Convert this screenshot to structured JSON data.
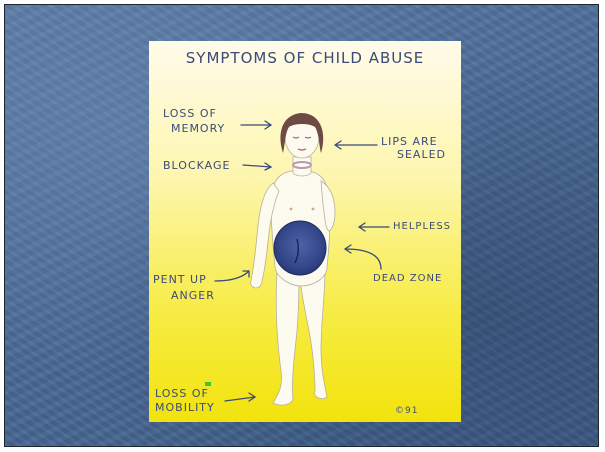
{
  "title": "SYMPTOMS OF CHILD ABUSE",
  "labels": {
    "loss_of_memory_1": "LOSS OF",
    "loss_of_memory_2": "MEMORY",
    "blockage": "BLOCKAGE",
    "lips_are_sealed_1": "LIPS ARE",
    "lips_are_sealed_2": "SEALED",
    "helpless": "HELPLESS",
    "dead_zone": "DEAD ZONE",
    "pent_up_anger_1": "PENT UP",
    "pent_up_anger_2": "ANGER",
    "loss_of_mobility_1": "LOSS OF",
    "loss_of_mobility_2": "MOBILITY"
  },
  "signature": "©91",
  "colors": {
    "slide_background": "#4a6a96",
    "paper_top": "#fffbe6",
    "paper_bottom": "#f4e40f",
    "ink": "#3b4a78",
    "dead_zone_fill": "#2e3f7a",
    "hair": "#6d4a42"
  }
}
